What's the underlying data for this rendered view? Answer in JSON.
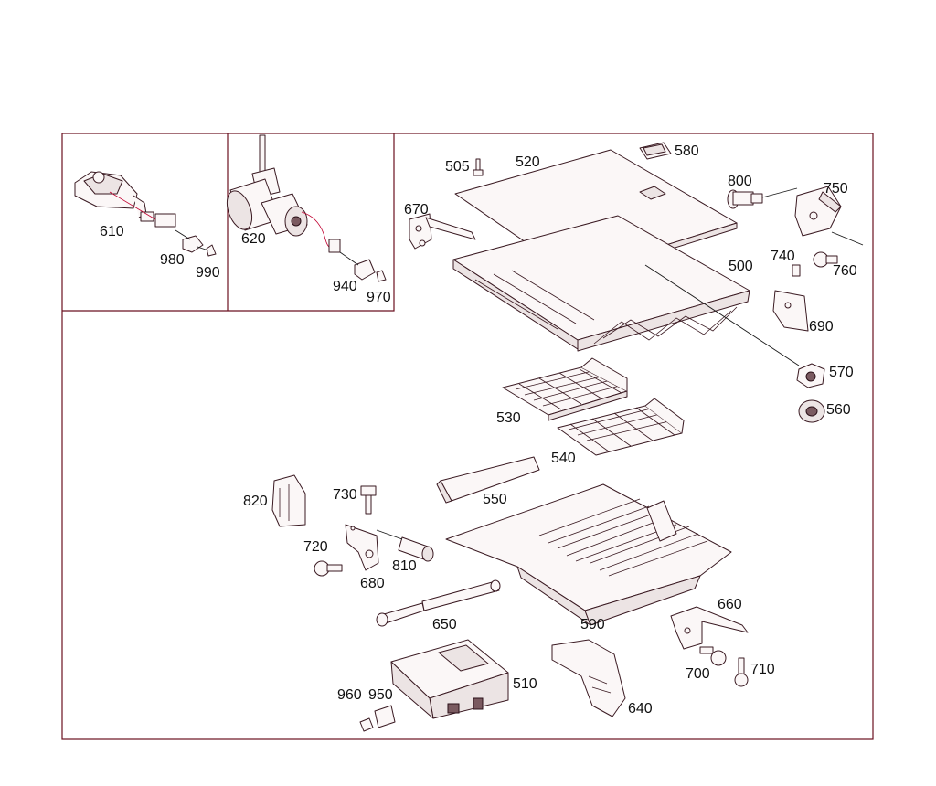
{
  "diagram": {
    "colors": {
      "outline": "#6b1020",
      "part_stroke": "#3a1a22",
      "accent": "#c00030"
    },
    "part_numbers": [
      "505",
      "520",
      "580",
      "670",
      "800",
      "750",
      "740",
      "760",
      "500",
      "690",
      "570",
      "560",
      "530",
      "540",
      "550",
      "820",
      "730",
      "720",
      "810",
      "680",
      "650",
      "590",
      "660",
      "700",
      "710",
      "960",
      "950",
      "510",
      "640",
      "610",
      "980",
      "990",
      "620",
      "940",
      "970"
    ],
    "labels": {
      "p505": "505",
      "p520": "520",
      "p580": "580",
      "p670": "670",
      "p800": "800",
      "p750": "750",
      "p740": "740",
      "p760": "760",
      "p500": "500",
      "p690": "690",
      "p570": "570",
      "p560": "560",
      "p530": "530",
      "p540": "540",
      "p550": "550",
      "p820": "820",
      "p730": "730",
      "p720": "720",
      "p810": "810",
      "p680": "680",
      "p650": "650",
      "p590": "590",
      "p660": "660",
      "p700": "700",
      "p710": "710",
      "p960": "960",
      "p950": "950",
      "p510": "510",
      "p640": "640",
      "p610": "610",
      "p980": "980",
      "p990": "990",
      "p620": "620",
      "p940": "940",
      "p970": "970"
    }
  }
}
